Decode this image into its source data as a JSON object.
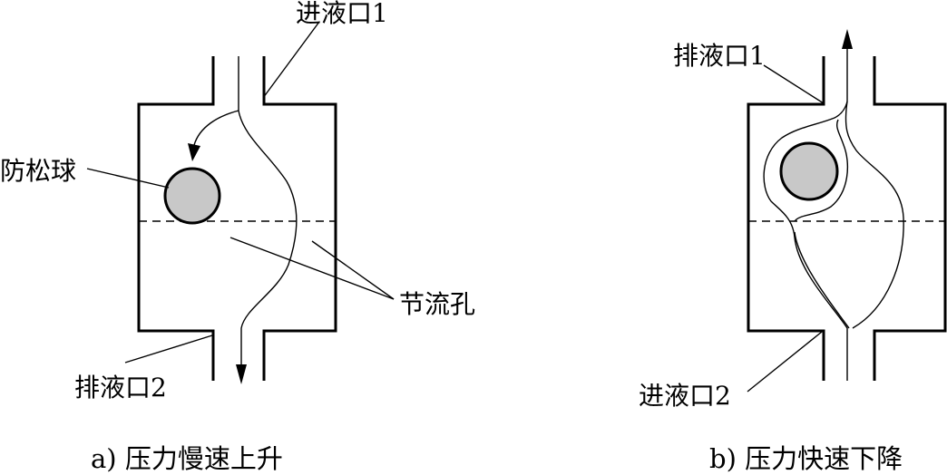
{
  "left_panel": {
    "inlet_label": "进液口1",
    "ball_label": "防松球",
    "orifice_label": "节流孔",
    "outlet_label": "排液口2",
    "caption": "a) 压力慢速上升"
  },
  "right_panel": {
    "outlet_label": "排液口1",
    "inlet_label": "进液口2",
    "caption": "b) 压力快速下降"
  },
  "colors": {
    "ball_fill": "#c8c8c8",
    "stroke": "#000000",
    "background": "#ffffff"
  }
}
